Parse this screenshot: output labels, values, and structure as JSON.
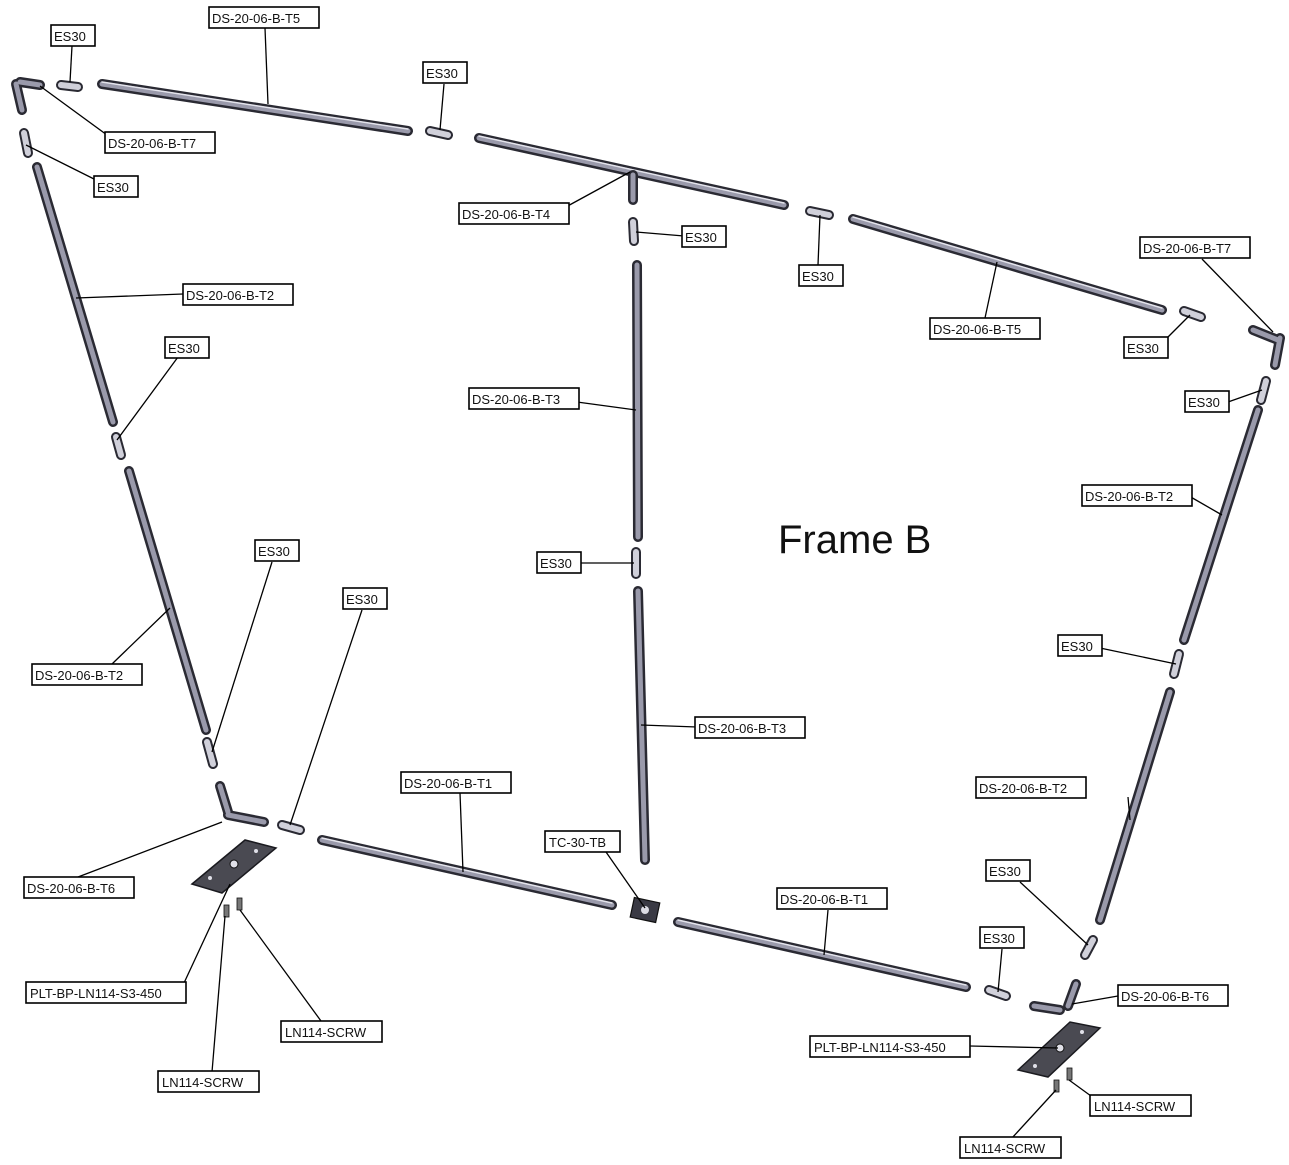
{
  "title": "Frame B",
  "labels": {
    "es30_a": "ES30",
    "t5_top": "DS-20-06-B-T5",
    "es30_b": "ES30",
    "t7_left": "DS-20-06-B-T7",
    "es30_c": "ES30",
    "t4": "DS-20-06-B-T4",
    "es30_d": "ES30",
    "es30_e": "ES30",
    "t5_right": "DS-20-06-B-T5",
    "t7_right": "DS-20-06-B-T7",
    "es30_f": "ES30",
    "es30_g": "ES30",
    "t2_left_top": "DS-20-06-B-T2",
    "es30_h": "ES30",
    "t3_top": "DS-20-06-B-T3",
    "t2_right_top": "DS-20-06-B-T2",
    "es30_i": "ES30",
    "es30_j": "ES30",
    "es30_k": "ES30",
    "t2_left_bottom": "DS-20-06-B-T2",
    "es30_l": "ES30",
    "t3_bottom": "DS-20-06-B-T3",
    "t2_right_bottom": "DS-20-06-B-T2",
    "t1_left": "DS-20-06-B-T1",
    "tc": "TC-30-TB",
    "t6_left": "DS-20-06-B-T6",
    "es30_m": "ES30",
    "t1_right": "DS-20-06-B-T1",
    "es30_n": "ES30",
    "t6_right": "DS-20-06-B-T6",
    "plt_left": "PLT-BP-LN114-S3-450",
    "plt_right": "PLT-BP-LN114-S3-450",
    "scrw_1": "LN114-SCRW",
    "scrw_2": "LN114-SCRW",
    "scrw_3": "LN114-SCRW",
    "scrw_4": "LN114-SCRW"
  }
}
